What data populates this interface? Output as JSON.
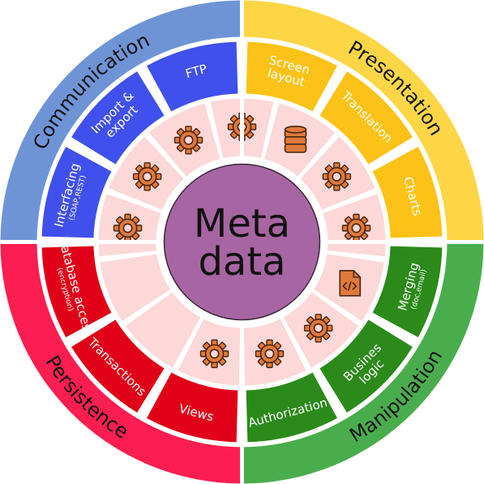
{
  "center": {
    "line1": "Meta",
    "line2": "data",
    "color": "#a865a3"
  },
  "colors": {
    "separator": "#ffffff",
    "inner_segment": "#fcd8d8",
    "icon_fill": "#e07a3a",
    "icon_stroke": "#4a2410"
  },
  "quadrants": [
    {
      "id": "communication",
      "label": "Communication",
      "outer_color": "#6e94d6",
      "segment_color": "#4050ec",
      "segments": [
        {
          "label": "Interfacing",
          "sub": "(SOAP,REST)"
        },
        {
          "label": "Import &",
          "label2": "export"
        },
        {
          "label": "FTP"
        }
      ]
    },
    {
      "id": "presentation",
      "label": "Presentation",
      "outer_color": "#fdd646",
      "segment_color": "#fcc217",
      "segments": [
        {
          "label": "Screen",
          "label2": "layout"
        },
        {
          "label": "Translation"
        },
        {
          "label": "Charts"
        }
      ]
    },
    {
      "id": "manipulation",
      "label": "Manipulation",
      "outer_color": "#4aad4d",
      "segment_color": "#2b8a1a",
      "segments": [
        {
          "label": "Merging",
          "sub": "(doc,email)"
        },
        {
          "label": "Busines",
          "label2": "logic"
        },
        {
          "label": "Authorization"
        }
      ]
    },
    {
      "id": "persistence",
      "label": "Persistence",
      "outer_color": "#fc1e50",
      "segment_color": "#e00018",
      "segments": [
        {
          "label": "Views"
        },
        {
          "label": "Transactions"
        },
        {
          "label": "Database access",
          "sub": "(encryption)"
        }
      ]
    }
  ],
  "inner_icons": [
    {
      "icon": "gear-icon"
    },
    {
      "icon": "gear-icon"
    },
    {
      "icon": "gear-icon"
    },
    {
      "icon": "gear-icon"
    },
    {
      "icon": "database-icon"
    },
    {
      "icon": "gear-icon"
    },
    {
      "icon": "gear-icon"
    },
    {
      "icon": "code-file-icon"
    },
    {
      "icon": "gear-icon"
    },
    {
      "icon": "gear-icon"
    },
    {
      "icon": "gear-icon"
    },
    {
      "icon": "none"
    },
    {
      "icon": "none"
    }
  ]
}
